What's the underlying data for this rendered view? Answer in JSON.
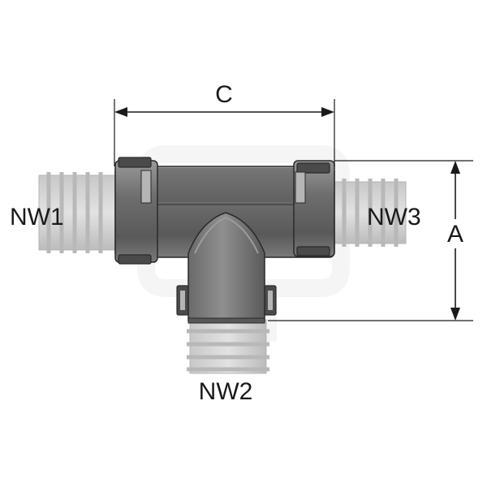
{
  "labels": {
    "nw1": "NW1",
    "nw2": "NW2",
    "nw3": "NW3",
    "dim_c": "C",
    "dim_a": "A"
  },
  "colors": {
    "body_dark": "#6b6b6b",
    "body_mid": "#8a8a8a",
    "body_light": "#a9a9a9",
    "conduit": "#d4d4d4",
    "conduit_rib": "#bdbdbd",
    "outline": "#2a2a2a",
    "line": "#1a1a1a",
    "watermark": "#ececec"
  }
}
